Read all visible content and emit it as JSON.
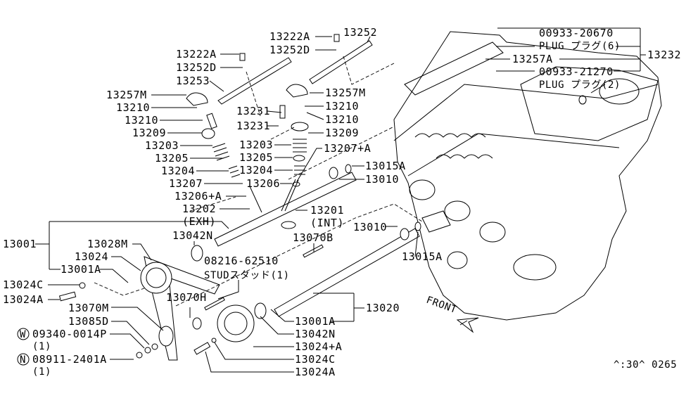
{
  "labels": {
    "l13222A_r": "13222A",
    "l13252": "13252",
    "l13252D_r": "13252D",
    "l13222A_l": "13222A",
    "l13252D_l": "13252D",
    "l13253": "13253",
    "l13257M_r": "13257M",
    "l13257M_l": "13257M",
    "l13210_l1": "13210",
    "l13210_l2": "13210",
    "l13209_l": "13209",
    "l13231_a": "13231",
    "l13231_b": "13231",
    "l13210_r1": "13210",
    "l13210_r2": "13210",
    "l13209_r": "13209",
    "l13203_r": "13203",
    "l13205_r": "13205",
    "l13204_r": "13204",
    "l13207A": "13207+A",
    "l13203_l": "13203",
    "l13205_l": "13205",
    "l13204_l": "13204",
    "l13207": "13207",
    "l13206A": "13206+A",
    "l13202": "13202",
    "lEXH": "(EXH)",
    "l13206": "13206",
    "l13201": "13201",
    "lINT": "(INT)",
    "l13015A_a": "13015A",
    "l13010_a": "13010",
    "l13010_b": "13010",
    "l13015A_b": "13015A",
    "l13042N_a": "13042N",
    "l13001": "13001",
    "l13028M": "13028M",
    "l13024": "13024",
    "l13001A_a": "13001A",
    "l08216": "08216-62510",
    "lSTUD": "STUDスタッド(1)",
    "l13070B": "13070B",
    "l13024C_a": "13024C",
    "l13024A_a": "13024A",
    "l13070H": "13070H",
    "l13070M": "13070M",
    "l13085D": "13085D",
    "lW": "W",
    "l09340": "09340-0014P",
    "l09340q": "(1)",
    "lN": "N",
    "l08911": "08911-2401A",
    "l08911q": "(1)",
    "l13020": "13020",
    "l13001A_b": "13001A",
    "l13042N_b": "13042N",
    "l13024pA": "13024+A",
    "l13024C_b": "13024C",
    "l13024A_b": "13024A",
    "lFRONT": "FRONT",
    "l00933a": "00933-20670",
    "lPLUG6": "PLUG プラグ(6)",
    "l13257A": "13257A",
    "l13232": "13232",
    "l00933b": "00933-21270",
    "lPLUG2": "PLUG プラグ(2)"
  },
  "diagram_code": "^:30^ 0265"
}
